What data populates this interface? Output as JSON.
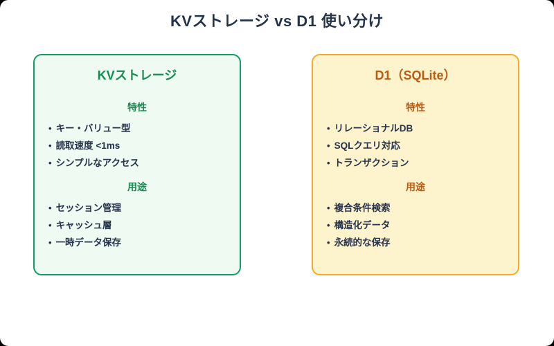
{
  "page": {
    "title": "KVストレージ vs D1 使い分け",
    "title_color": "#25334a",
    "background_color": "#ffffff",
    "outer_background_color": "#000000"
  },
  "ui": {
    "bullet": "•",
    "body_text_color": "#26334d"
  },
  "cards": [
    {
      "title": "KVストレージ",
      "accent_color": "#178a50",
      "border_color": "#0f9e63",
      "background_color": "#eefaf2",
      "sections": [
        {
          "label": "特性",
          "items": [
            "キー・バリュー型",
            "読取速度 <1ms",
            "シンプルなアクセス"
          ]
        },
        {
          "label": "用途",
          "items": [
            "セッション管理",
            "キャッシュ層",
            "一時データ保存"
          ]
        }
      ]
    },
    {
      "title": "D1（SQLite）",
      "accent_color": "#bc5a10",
      "border_color": "#f7a92c",
      "background_color": "#fdf3cd",
      "sections": [
        {
          "label": "特性",
          "items": [
            "リレーショナルDB",
            "SQLクエリ対応",
            "トランザクション"
          ]
        },
        {
          "label": "用途",
          "items": [
            "複合条件検索",
            "構造化データ",
            "永続的な保存"
          ]
        }
      ]
    }
  ]
}
